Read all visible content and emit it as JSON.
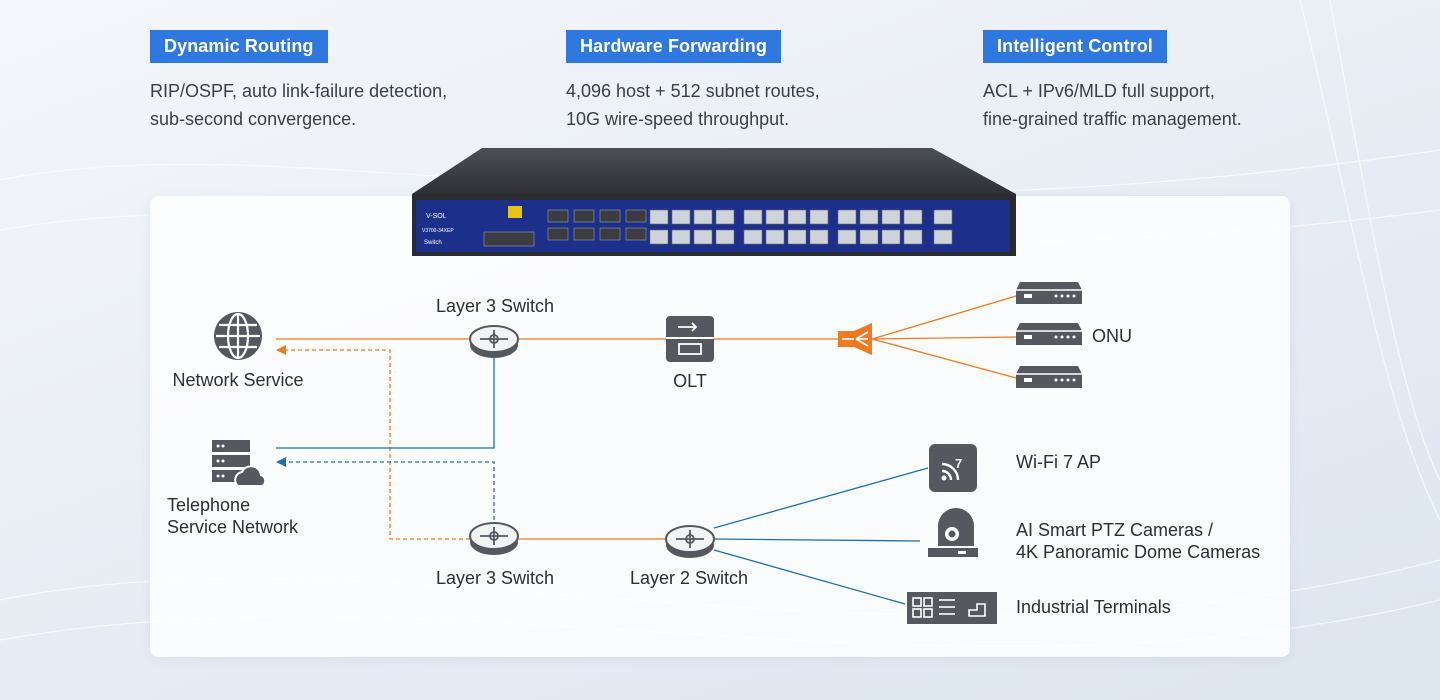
{
  "features": [
    {
      "title": "Dynamic Routing",
      "lines": [
        "RIP/OSPF, auto link-failure detection,",
        "sub-second convergence."
      ]
    },
    {
      "title": "Hardware Forwarding",
      "lines": [
        "4,096 host + 512 subnet routes,",
        "10G wire-speed throughput."
      ]
    },
    {
      "title": "Intelligent Control",
      "lines": [
        "ACL + IPv6/MLD full support,",
        "fine-grained traffic management."
      ]
    }
  ],
  "device": {
    "brand": "V-SOL",
    "model": "V3700-34XEP",
    "type": "Switch"
  },
  "nodes": {
    "network_service": "Network Service",
    "telephone_service": [
      "Telephone",
      "Service Network"
    ],
    "l3_switch_top": "Layer 3 Switch",
    "l3_switch_bottom": "Layer 3 Switch",
    "l2_switch": "Layer 2 Switch",
    "olt": "OLT",
    "onu": "ONU",
    "wifi_ap": "Wi-Fi 7 AP",
    "cameras": [
      "AI Smart PTZ Cameras /",
      "4K Panoramic Dome Cameras"
    ],
    "industrial": "Industrial Terminals"
  },
  "colors": {
    "accent": "#2f78e0",
    "orange": "#f07a22",
    "blue": "#1f6fb0",
    "icon": "#55595f"
  }
}
